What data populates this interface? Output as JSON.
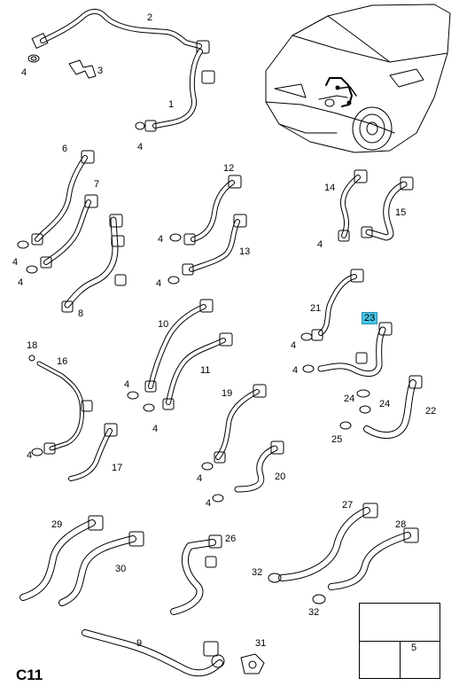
{
  "section_code": "C11",
  "highlighted_part": "23",
  "colors": {
    "highlight": "#45c4e6",
    "line": "#000000",
    "background": "#ffffff"
  },
  "callouts": [
    {
      "id": "c2",
      "text": "2"
    },
    {
      "id": "c4a",
      "text": "4"
    },
    {
      "id": "c3",
      "text": "3"
    },
    {
      "id": "c1",
      "text": "1"
    },
    {
      "id": "c4b",
      "text": "4"
    },
    {
      "id": "c6",
      "text": "6"
    },
    {
      "id": "c7",
      "text": "7"
    },
    {
      "id": "c4c",
      "text": "4"
    },
    {
      "id": "c4d",
      "text": "4"
    },
    {
      "id": "c8",
      "text": "8"
    },
    {
      "id": "c12",
      "text": "12"
    },
    {
      "id": "c4e",
      "text": "4"
    },
    {
      "id": "c13",
      "text": "13"
    },
    {
      "id": "c4f",
      "text": "4"
    },
    {
      "id": "c14",
      "text": "14"
    },
    {
      "id": "c15",
      "text": "15"
    },
    {
      "id": "c4g",
      "text": "4"
    },
    {
      "id": "c21",
      "text": "21"
    },
    {
      "id": "c23",
      "text": "23"
    },
    {
      "id": "c4h",
      "text": "4"
    },
    {
      "id": "c4i",
      "text": "4"
    },
    {
      "id": "c18",
      "text": "18"
    },
    {
      "id": "c16",
      "text": "16"
    },
    {
      "id": "c10",
      "text": "10"
    },
    {
      "id": "c11",
      "text": "11"
    },
    {
      "id": "c4j",
      "text": "4"
    },
    {
      "id": "c4k",
      "text": "4"
    },
    {
      "id": "c24a",
      "text": "24"
    },
    {
      "id": "c24b",
      "text": "24"
    },
    {
      "id": "c22",
      "text": "22"
    },
    {
      "id": "c25",
      "text": "25"
    },
    {
      "id": "c19",
      "text": "19"
    },
    {
      "id": "c4l",
      "text": "4"
    },
    {
      "id": "c17",
      "text": "17"
    },
    {
      "id": "c4m",
      "text": "4"
    },
    {
      "id": "c20",
      "text": "20"
    },
    {
      "id": "c4n",
      "text": "4"
    },
    {
      "id": "c29",
      "text": "29"
    },
    {
      "id": "c30",
      "text": "30"
    },
    {
      "id": "c26",
      "text": "26"
    },
    {
      "id": "c27",
      "text": "27"
    },
    {
      "id": "c28",
      "text": "28"
    },
    {
      "id": "c32a",
      "text": "32"
    },
    {
      "id": "c32b",
      "text": "32"
    },
    {
      "id": "c9",
      "text": "9"
    },
    {
      "id": "c31",
      "text": "31"
    }
  ],
  "legend": {
    "item_number": "5"
  }
}
